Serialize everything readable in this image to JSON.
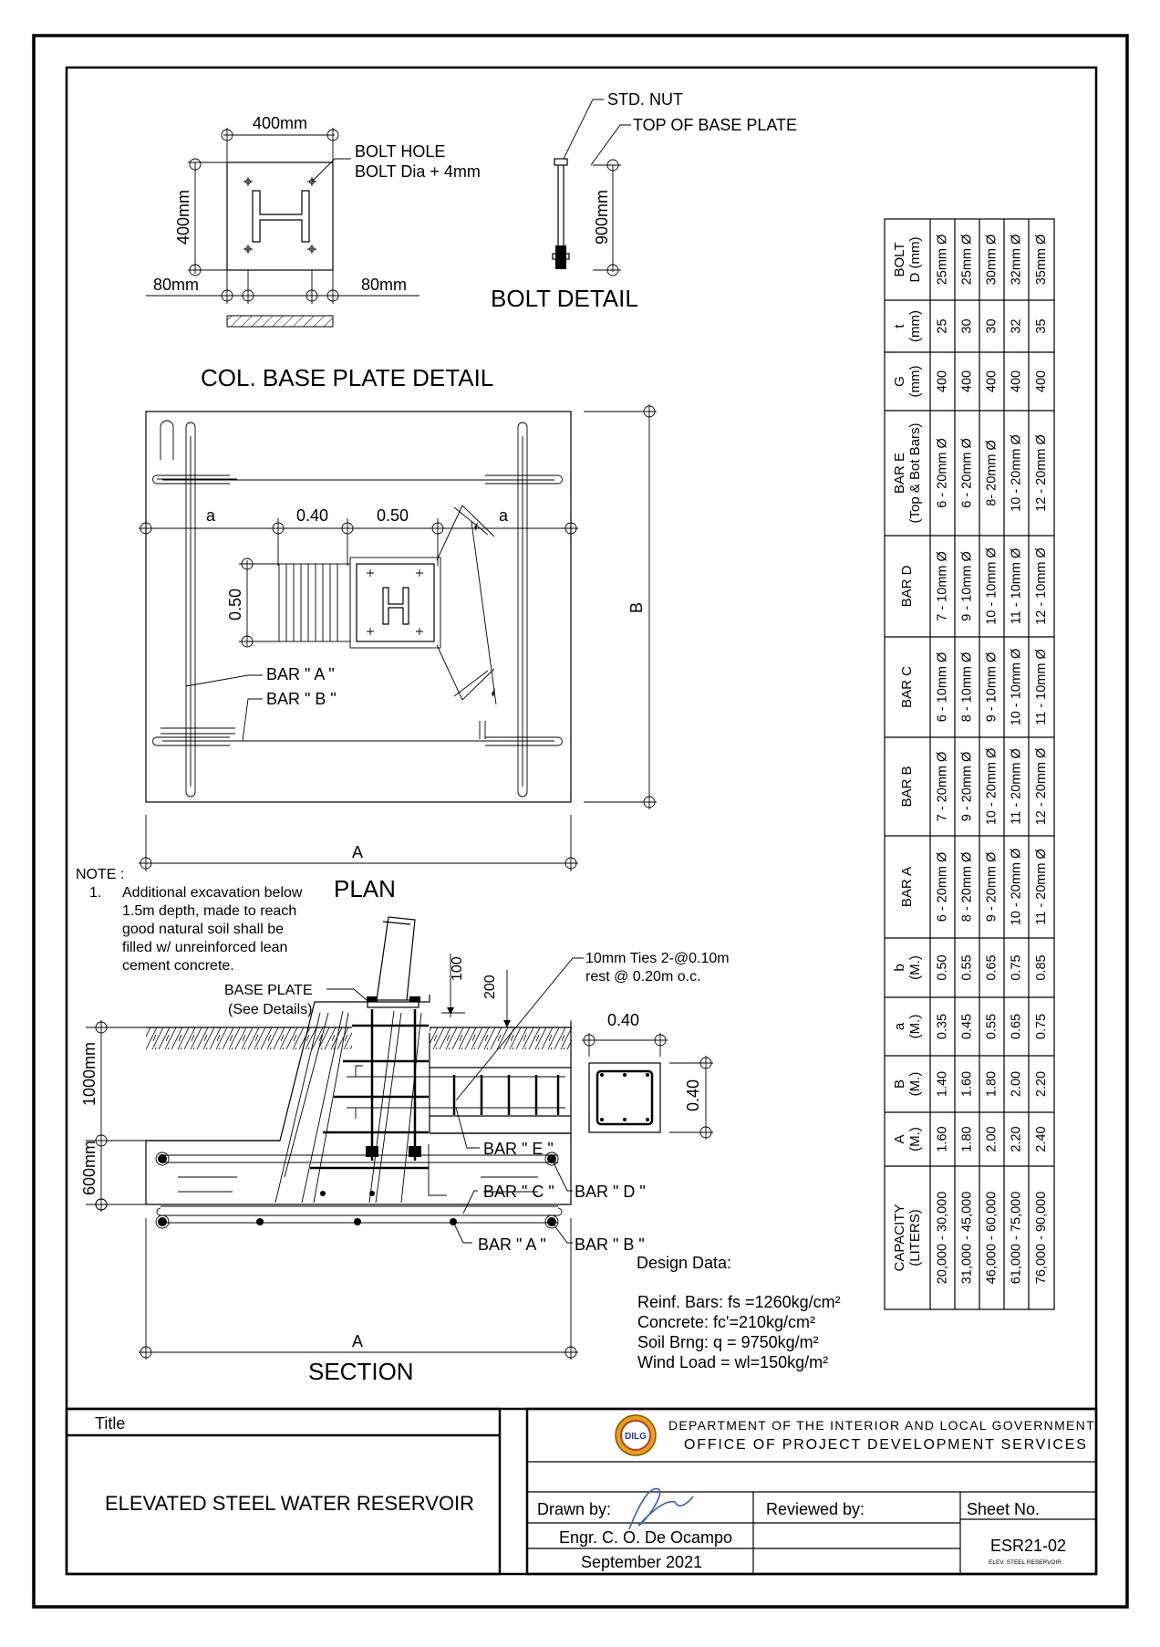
{
  "base_plate": {
    "title": "COL. BASE PLATE DETAIL",
    "dim_width": "400mm",
    "dim_height": "400mm",
    "dim_left": "80mm",
    "dim_right": "80mm",
    "bolt_hole_1": "BOLT HOLE",
    "bolt_hole_2": "BOLT Dia + 4mm"
  },
  "bolt": {
    "title": "BOLT DETAIL",
    "std_nut": "STD. NUT",
    "top_plate": "TOP OF BASE PLATE",
    "length": "900mm"
  },
  "plan": {
    "title": "PLAN",
    "dim_a_left": "a",
    "dim_040": "0.40",
    "dim_050": "0.50",
    "dim_a_right": "a",
    "dim_050_v": "0.50",
    "dim_B": "B",
    "dim_A": "A",
    "bar_a": "BAR \" A \"",
    "bar_b": "BAR \" B \""
  },
  "note": {
    "heading": "NOTE :",
    "number": "1.",
    "lines": [
      "Additional excavation below",
      "1.5m depth, made to reach",
      "good natural soil shall be",
      "filled w/ unreinforced lean",
      "cement concrete."
    ]
  },
  "section": {
    "title": "SECTION",
    "base_plate_1": "BASE PLATE",
    "base_plate_2": "(See Details)",
    "ties_1": "10mm Ties 2-@0.10m",
    "ties_2": "rest @ 0.20m o.c.",
    "dim_100": "100",
    "dim_200": "200",
    "dim_1000": "1000mm",
    "dim_600": "600mm",
    "dim_A": "A",
    "col_w": "0.40",
    "col_h": "0.40",
    "bar_e": "BAR \" E \"",
    "bar_c": "BAR \" C \"",
    "bar_d": "BAR \" D \"",
    "bar_a": "BAR \" A \"",
    "bar_b": "BAR \" B \""
  },
  "design_data": {
    "heading": "Design Data:",
    "lines": [
      "Reinf. Bars: fs =1260kg/cm²",
      "Concrete: fc'=210kg/cm²",
      "Soil Brng: q = 9750kg/m²",
      "Wind Load = wl=150kg/m²"
    ]
  },
  "table": {
    "headers": [
      [
        "CAPACITY",
        "(LITERS)"
      ],
      [
        "A",
        "(M.)"
      ],
      [
        "B",
        "(M.)"
      ],
      [
        "a",
        "(M.)"
      ],
      [
        "b",
        "(M.)"
      ],
      [
        "BAR A"
      ],
      [
        "BAR B"
      ],
      [
        "BAR C"
      ],
      [
        "BAR D"
      ],
      [
        "BAR E",
        "(Top & Bot Bars)"
      ],
      [
        "G",
        "(mm)"
      ],
      [
        "t",
        "(mm)"
      ],
      [
        "BOLT",
        "D (mm)"
      ]
    ],
    "rows": [
      [
        "20,000 - 30,000",
        "1.60",
        "1.40",
        "0.35",
        "0.50",
        "6 - 20mm  Ø",
        "7 - 20mm  Ø",
        "6 - 10mm  Ø",
        "7 - 10mm  Ø",
        "6 - 20mm  Ø",
        "400",
        "25",
        "25mm Ø"
      ],
      [
        "31,000 - 45,000",
        "1.80",
        "1.60",
        "0.45",
        "0.55",
        "8 - 20mm  Ø",
        "9 - 20mm  Ø",
        "8 - 10mm  Ø",
        "9 - 10mm  Ø",
        "6 - 20mm  Ø",
        "400",
        "30",
        "25mm Ø"
      ],
      [
        "46,000 - 60,000",
        "2.00",
        "1.80",
        "0.55",
        "0.65",
        "9 - 20mm  Ø",
        "10 - 20mm  Ø",
        "9 - 10mm  Ø",
        "10 - 10mm  Ø",
        "8- 20mm  Ø",
        "400",
        "30",
        "30mm Ø"
      ],
      [
        "61,000 - 75,000",
        "2.20",
        "2.00",
        "0.65",
        "0.75",
        "10 - 20mm  Ø",
        "11 - 20mm  Ø",
        "10 - 10mm  Ø",
        "11 - 10mm  Ø",
        "10 - 20mm  Ø",
        "400",
        "32",
        "32mm Ø"
      ],
      [
        "76,000 - 90,000",
        "2.40",
        "2.20",
        "0.75",
        "0.85",
        "11 - 20mm  Ø",
        "12 - 20mm  Ø",
        "11 - 10mm  Ø",
        "12 - 10mm  Ø",
        "12 - 20mm  Ø",
        "400",
        "35",
        "35mm Ø"
      ]
    ]
  },
  "title_block": {
    "title_label": "Title",
    "project_title": "ELEVATED STEEL WATER RESERVOIR",
    "logo_text": "DILG",
    "dept_name": "DEPARTMENT OF THE INTERIOR AND LOCAL GOVERNMENT",
    "office_name": "OFFICE OF PROJECT DEVELOPMENT SERVICES",
    "drawn_by_label": "Drawn by:",
    "drawn_by_name": "Engr. C. O. De Ocampo",
    "drawn_date": "September 2021",
    "reviewed_by_label": "Reviewed by:",
    "sheet_no_label": "Sheet No.",
    "sheet_no": "ESR21-02",
    "sheet_sub": "ELEV. STEEL RESERVOIR"
  },
  "colors": {
    "logo_ring": "#e3a21a",
    "logo_inner": "#c0392b",
    "signature": "#3b5bbf"
  }
}
